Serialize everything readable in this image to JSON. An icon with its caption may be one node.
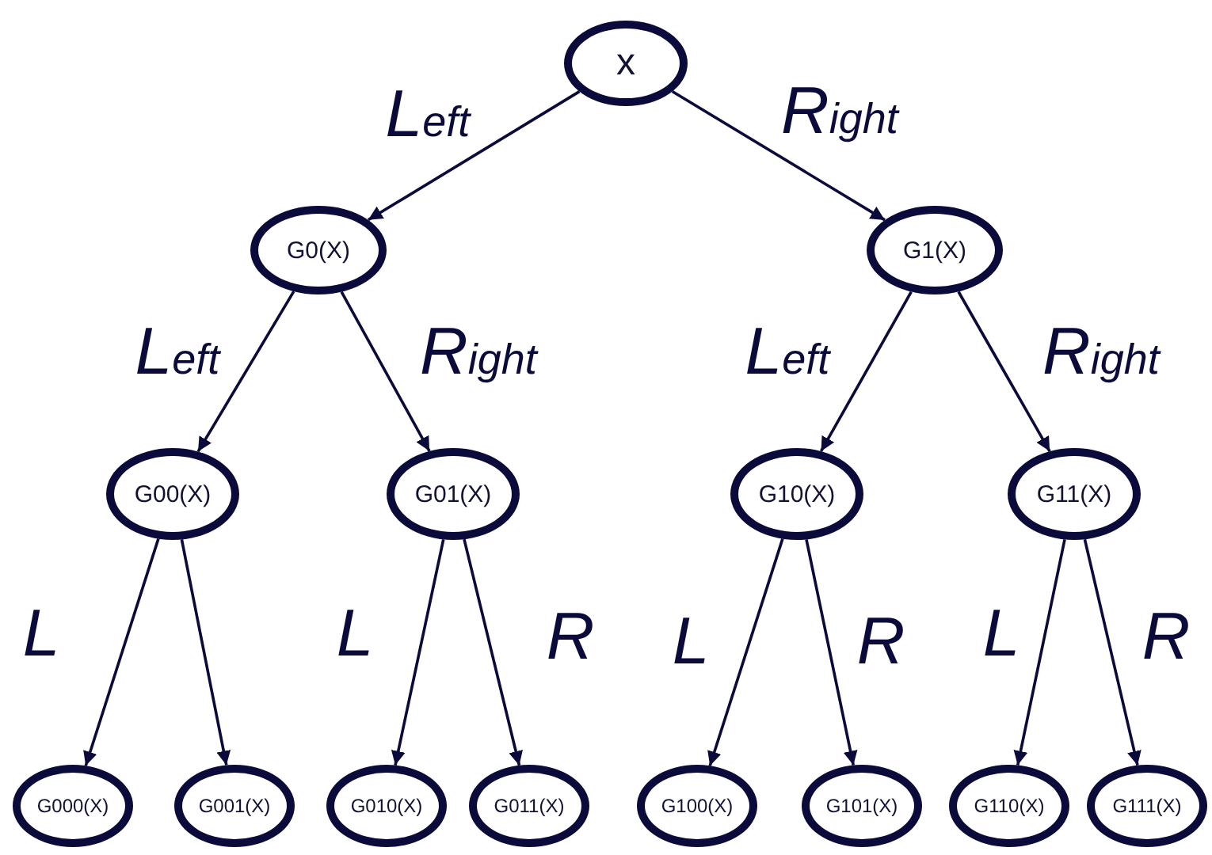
{
  "diagram": {
    "nodes": [
      {
        "text": [
          "x"
        ]
      },
      {
        "text": [
          "G0(X)"
        ]
      },
      {
        "text": [
          "G1(X)"
        ]
      },
      {
        "text": [
          "G00(X)"
        ]
      },
      {
        "text": [
          "G01(X)"
        ]
      },
      {
        "text": [
          "G10(X)"
        ]
      },
      {
        "text": [
          "G11(X)"
        ]
      },
      {
        "text": [
          "G000(X)"
        ]
      },
      {
        "text": [
          "G001(X)"
        ]
      },
      {
        "text": [
          "G010(X)"
        ]
      },
      {
        "text": [
          "G011(X)"
        ]
      },
      {
        "text": [
          "G100(X)"
        ]
      },
      {
        "text": [
          "G101(X)"
        ]
      },
      {
        "text": [
          "G110(X)"
        ]
      },
      {
        "text": [
          "G111(X)"
        ]
      }
    ],
    "edges": [
      {
        "from": 0,
        "to": 1,
        "arrow": "to",
        "label": "Left"
      },
      {
        "from": 0,
        "to": 2,
        "arrow": "to",
        "label": "Right"
      },
      {
        "from": 1,
        "to": 3,
        "arrow": "to",
        "label": "Left"
      },
      {
        "from": 1,
        "to": 4,
        "arrow": "to",
        "label": "Right"
      },
      {
        "from": 2,
        "to": 5,
        "arrow": "to",
        "label": "Left"
      },
      {
        "from": 2,
        "to": 6,
        "arrow": "to",
        "label": "Right"
      },
      {
        "from": 3,
        "to": 7,
        "arrow": "to",
        "label": "L"
      },
      {
        "from": 3,
        "to": 8,
        "arrow": "to"
      },
      {
        "from": 4,
        "to": 9,
        "arrow": "to",
        "label": "L"
      },
      {
        "from": 4,
        "to": 10,
        "arrow": "to",
        "label": "R"
      },
      {
        "from": 5,
        "to": 11,
        "arrow": "to",
        "label": "L"
      },
      {
        "from": 5,
        "to": 12,
        "arrow": "to",
        "label": "R"
      },
      {
        "from": 6,
        "to": 13,
        "arrow": "to",
        "label": "L"
      },
      {
        "from": 6,
        "to": 14,
        "arrow": "to",
        "label": "R"
      }
    ]
  }
}
